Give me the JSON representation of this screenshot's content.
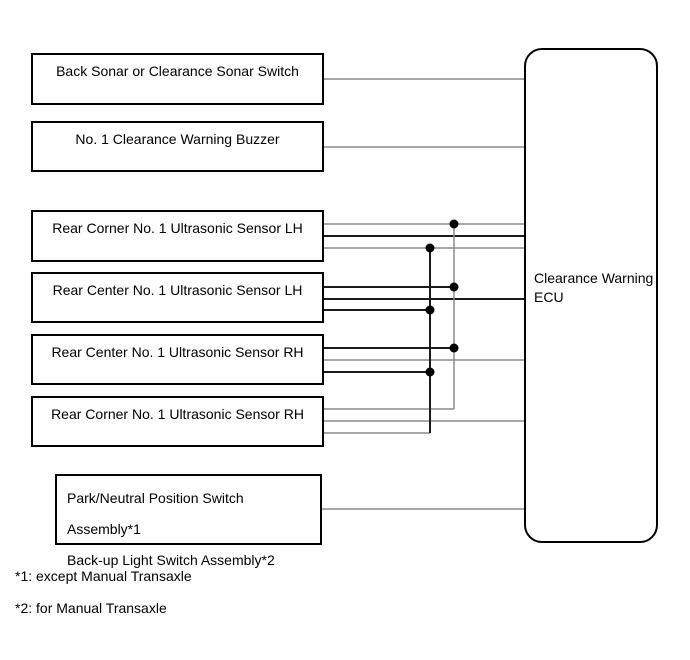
{
  "diagram": {
    "components": [
      {
        "label": "Back Sonar or Clearance Sonar Switch"
      },
      {
        "label": "No. 1 Clearance Warning Buzzer"
      },
      {
        "label": "Rear Corner No. 1 Ultrasonic Sensor LH"
      },
      {
        "label": "Rear Center No. 1 Ultrasonic Sensor LH"
      },
      {
        "label": "Rear Center No. 1 Ultrasonic Sensor RH"
      },
      {
        "label": "Rear Corner No. 1 Ultrasonic Sensor RH"
      },
      {
        "label_line1": "Park/Neutral Position Switch Assembly*1",
        "label_line2": "Back-up Light Switch Assembly*2"
      }
    ],
    "ecu": {
      "label": "Clearance Warning ECU"
    },
    "footnotes": [
      {
        "text": "*1: except Manual Transaxle"
      },
      {
        "text": "*2: for Manual Transaxle"
      }
    ],
    "colors": {
      "background": "#ffffff",
      "box_border": "#000000",
      "wire_gray": "#8a8a8a",
      "wire_black": "#1a1a1a",
      "junction_dot": "#000000",
      "text": "#000000"
    }
  }
}
